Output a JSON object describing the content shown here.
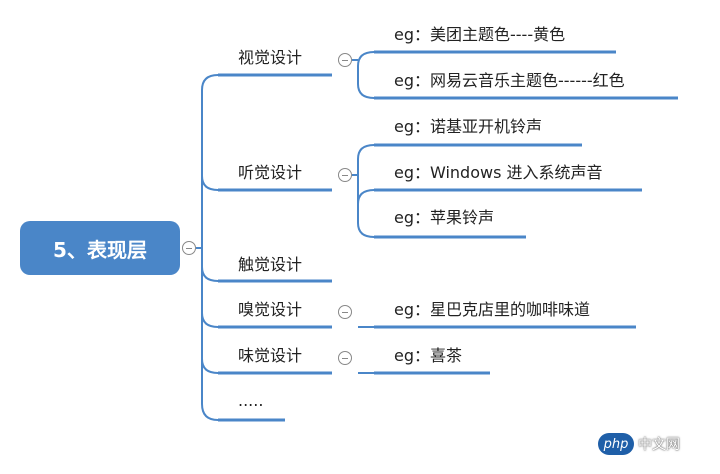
{
  "colors": {
    "accent": "#4a86c8",
    "line": "#4a86c8",
    "root_text": "#ffffff",
    "watermark_bg": "#1f5fa8"
  },
  "root": {
    "label": "5、表现层"
  },
  "branches": [
    {
      "label": "视觉设计",
      "children": [
        "eg：美团主题色----黄色",
        "eg：网易云音乐主题色------红色"
      ]
    },
    {
      "label": "听觉设计",
      "children": [
        "eg：诺基亚开机铃声",
        "eg：Windows 进入系统声音",
        "eg：苹果铃声"
      ]
    },
    {
      "label": "触觉设计",
      "children": []
    },
    {
      "label": "嗅觉设计",
      "children": [
        "eg：星巴克店里的咖啡味道"
      ]
    },
    {
      "label": "味觉设计",
      "children": [
        "eg：喜茶"
      ]
    },
    {
      "label": ".....",
      "children": []
    }
  ],
  "watermark": {
    "logo": "php",
    "text": "中文网"
  },
  "icons": {
    "collapse": "collapse-minus-icon"
  }
}
